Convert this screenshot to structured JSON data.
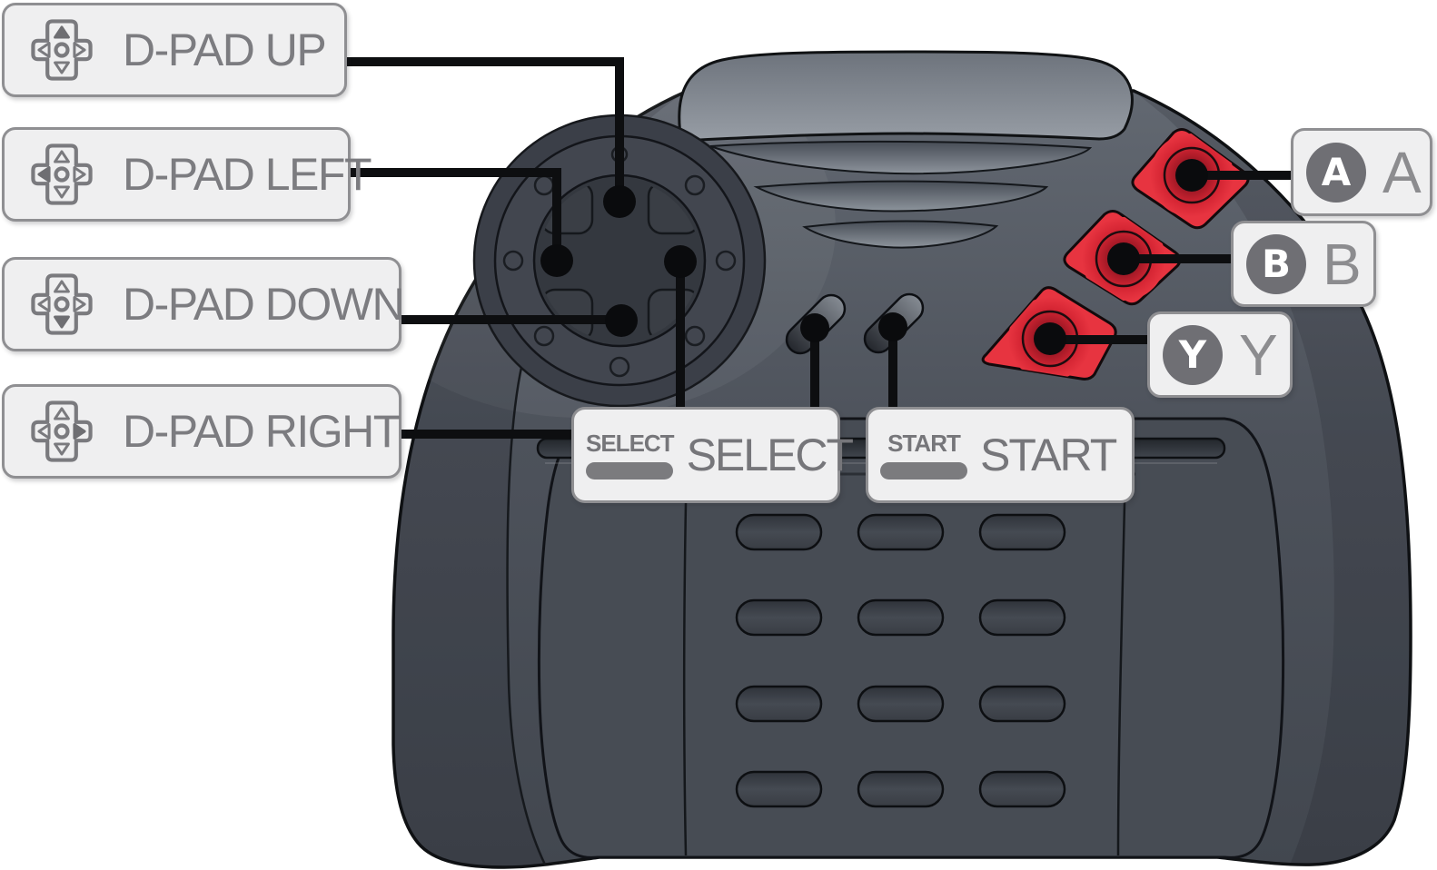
{
  "diagram": {
    "subject": "gamepad-controller-top-view",
    "colors": {
      "background": "#ffffff",
      "body": "#4d525b",
      "body_dark": "#42474f",
      "hump_light": "#959ba3",
      "button_red": "#e73440",
      "callout_line": "#0d0e10",
      "label_bg": "#efeff0",
      "label_border": "#8f8f92",
      "label_text": "#7c7c80",
      "icon_grey": "#6f6f74"
    },
    "callouts": {
      "dpad_up": {
        "label": "D-PAD UP",
        "icon": "dpad-up-icon"
      },
      "dpad_left": {
        "label": "D-PAD LEFT",
        "icon": "dpad-left-icon"
      },
      "dpad_down": {
        "label": "D-PAD DOWN",
        "icon": "dpad-down-icon"
      },
      "dpad_right": {
        "label": "D-PAD RIGHT",
        "icon": "dpad-right-icon"
      },
      "select": {
        "label": "SELECT",
        "icon_text": "SELECT",
        "icon": "select-pill-icon"
      },
      "start": {
        "label": "START",
        "icon_text": "START",
        "icon": "start-pill-icon"
      },
      "button_a": {
        "label": "A",
        "icon_letter": "A",
        "icon": "a-button-icon"
      },
      "button_b": {
        "label": "B",
        "icon_letter": "B",
        "icon": "b-button-icon"
      },
      "button_y": {
        "label": "Y",
        "icon_letter": "Y",
        "icon": "y-button-icon"
      }
    }
  }
}
